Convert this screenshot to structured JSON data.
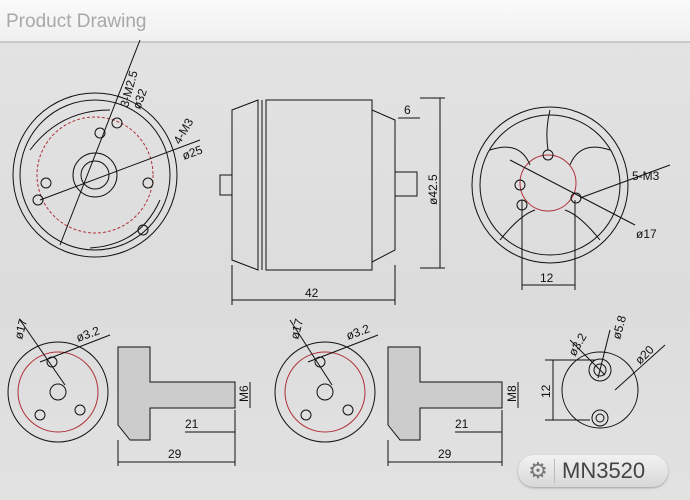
{
  "header": {
    "title": "Product Drawing"
  },
  "front_view": {
    "holes_small": "3-M2.5",
    "dia_outer": "ø32",
    "holes_mount": "4-M3",
    "dia_inner": "ø25"
  },
  "side_view": {
    "shaft_len": "6",
    "diameter": "ø42.5",
    "length": "42"
  },
  "rear_view": {
    "holes": "5-M3",
    "dia": "ø17",
    "width": "12"
  },
  "mount_a": {
    "dia": "ø17",
    "hole": "ø3.2",
    "thread": "M6",
    "len_inner": "21",
    "len_total": "29"
  },
  "mount_b": {
    "dia": "ø17",
    "hole": "ø3.2",
    "thread": "M8",
    "len_inner": "21",
    "len_total": "29"
  },
  "prop_adapter": {
    "hole": "ø3.2",
    "bore": "ø5.8",
    "dia": "ø20",
    "height": "12"
  },
  "badge": {
    "model": "MN3520",
    "icon": "gear-icon"
  },
  "colors": {
    "line": "#111111",
    "accent_red": "#b0303a"
  }
}
